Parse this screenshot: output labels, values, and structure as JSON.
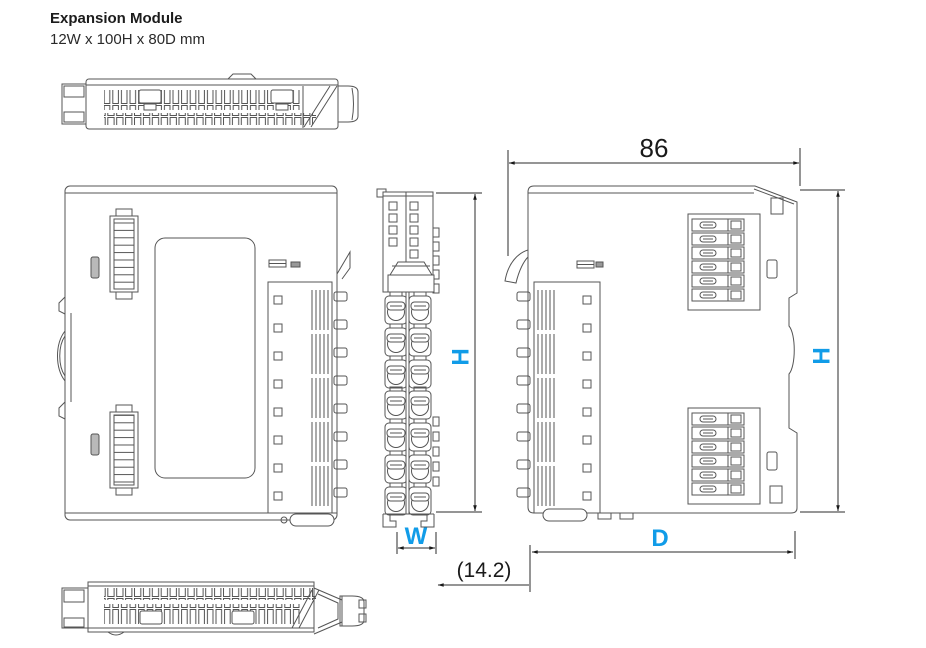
{
  "header": {
    "title": "Expansion Module",
    "subtitle": "12W x 100H x 80D mm"
  },
  "dimensions": {
    "overall_depth": "86",
    "height_front_view": "H",
    "height_side_view": "H",
    "width": "W",
    "depth": "D",
    "connector_offset": "(14.2)"
  },
  "colors": {
    "accent_blue": "#119CE8",
    "drawing_line": "#555555",
    "dimension_line": "#222222"
  }
}
